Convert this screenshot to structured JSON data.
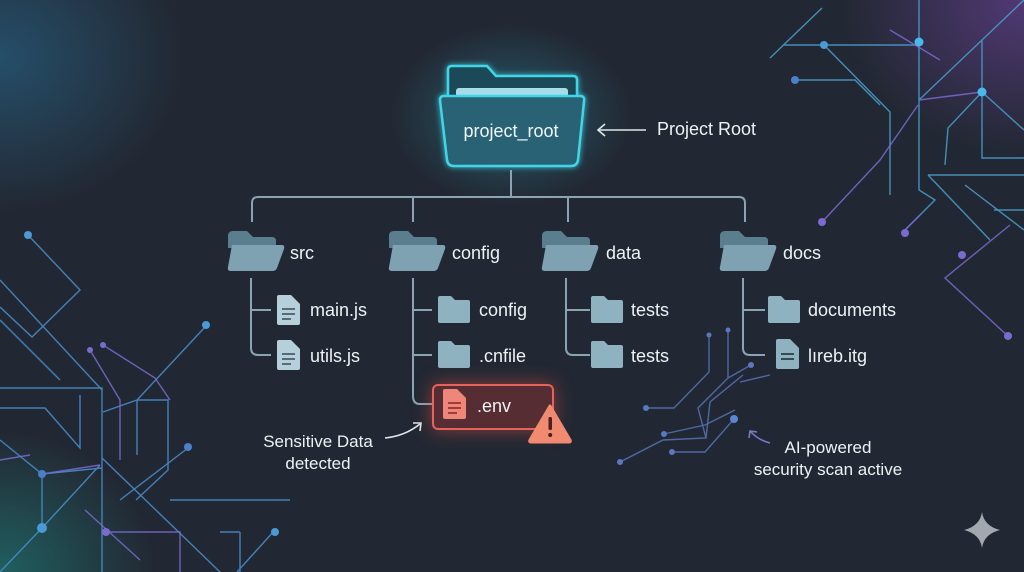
{
  "root": {
    "name": "project_root",
    "annotation": "Project Root"
  },
  "folders": [
    {
      "name": "src",
      "children": [
        {
          "name": "main.js",
          "type": "file"
        },
        {
          "name": "utils.js",
          "type": "file"
        }
      ]
    },
    {
      "name": "config",
      "children": [
        {
          "name": "config",
          "type": "folder"
        },
        {
          "name": ".cnfile",
          "type": "folder"
        },
        {
          "name": ".env",
          "type": "file",
          "alert": true
        }
      ]
    },
    {
      "name": "data",
      "children": [
        {
          "name": "tests",
          "type": "folder"
        },
        {
          "name": "tests",
          "type": "folder"
        }
      ]
    },
    {
      "name": "docs",
      "children": [
        {
          "name": "documents",
          "type": "folder"
        },
        {
          "name": "lıreb.itg",
          "type": "file"
        }
      ]
    }
  ],
  "annotations": {
    "sensitive_line1": "Sensitive Data",
    "sensitive_line2": "detected",
    "scan_line1": "AI-powered",
    "scan_line2": "security scan active"
  },
  "icons": {
    "warning": "warning-triangle-icon",
    "sparkle": "sparkle-icon"
  },
  "colors": {
    "background": "#222833",
    "accent_cyan": "#3fd6e8",
    "folder": "#7fa2b2",
    "tree_line": "#8aa4b4",
    "alert": "#e8625c",
    "warning": "#f08a70",
    "circuit_blue": "#4a90d0",
    "circuit_purple": "#7b6ad0"
  }
}
